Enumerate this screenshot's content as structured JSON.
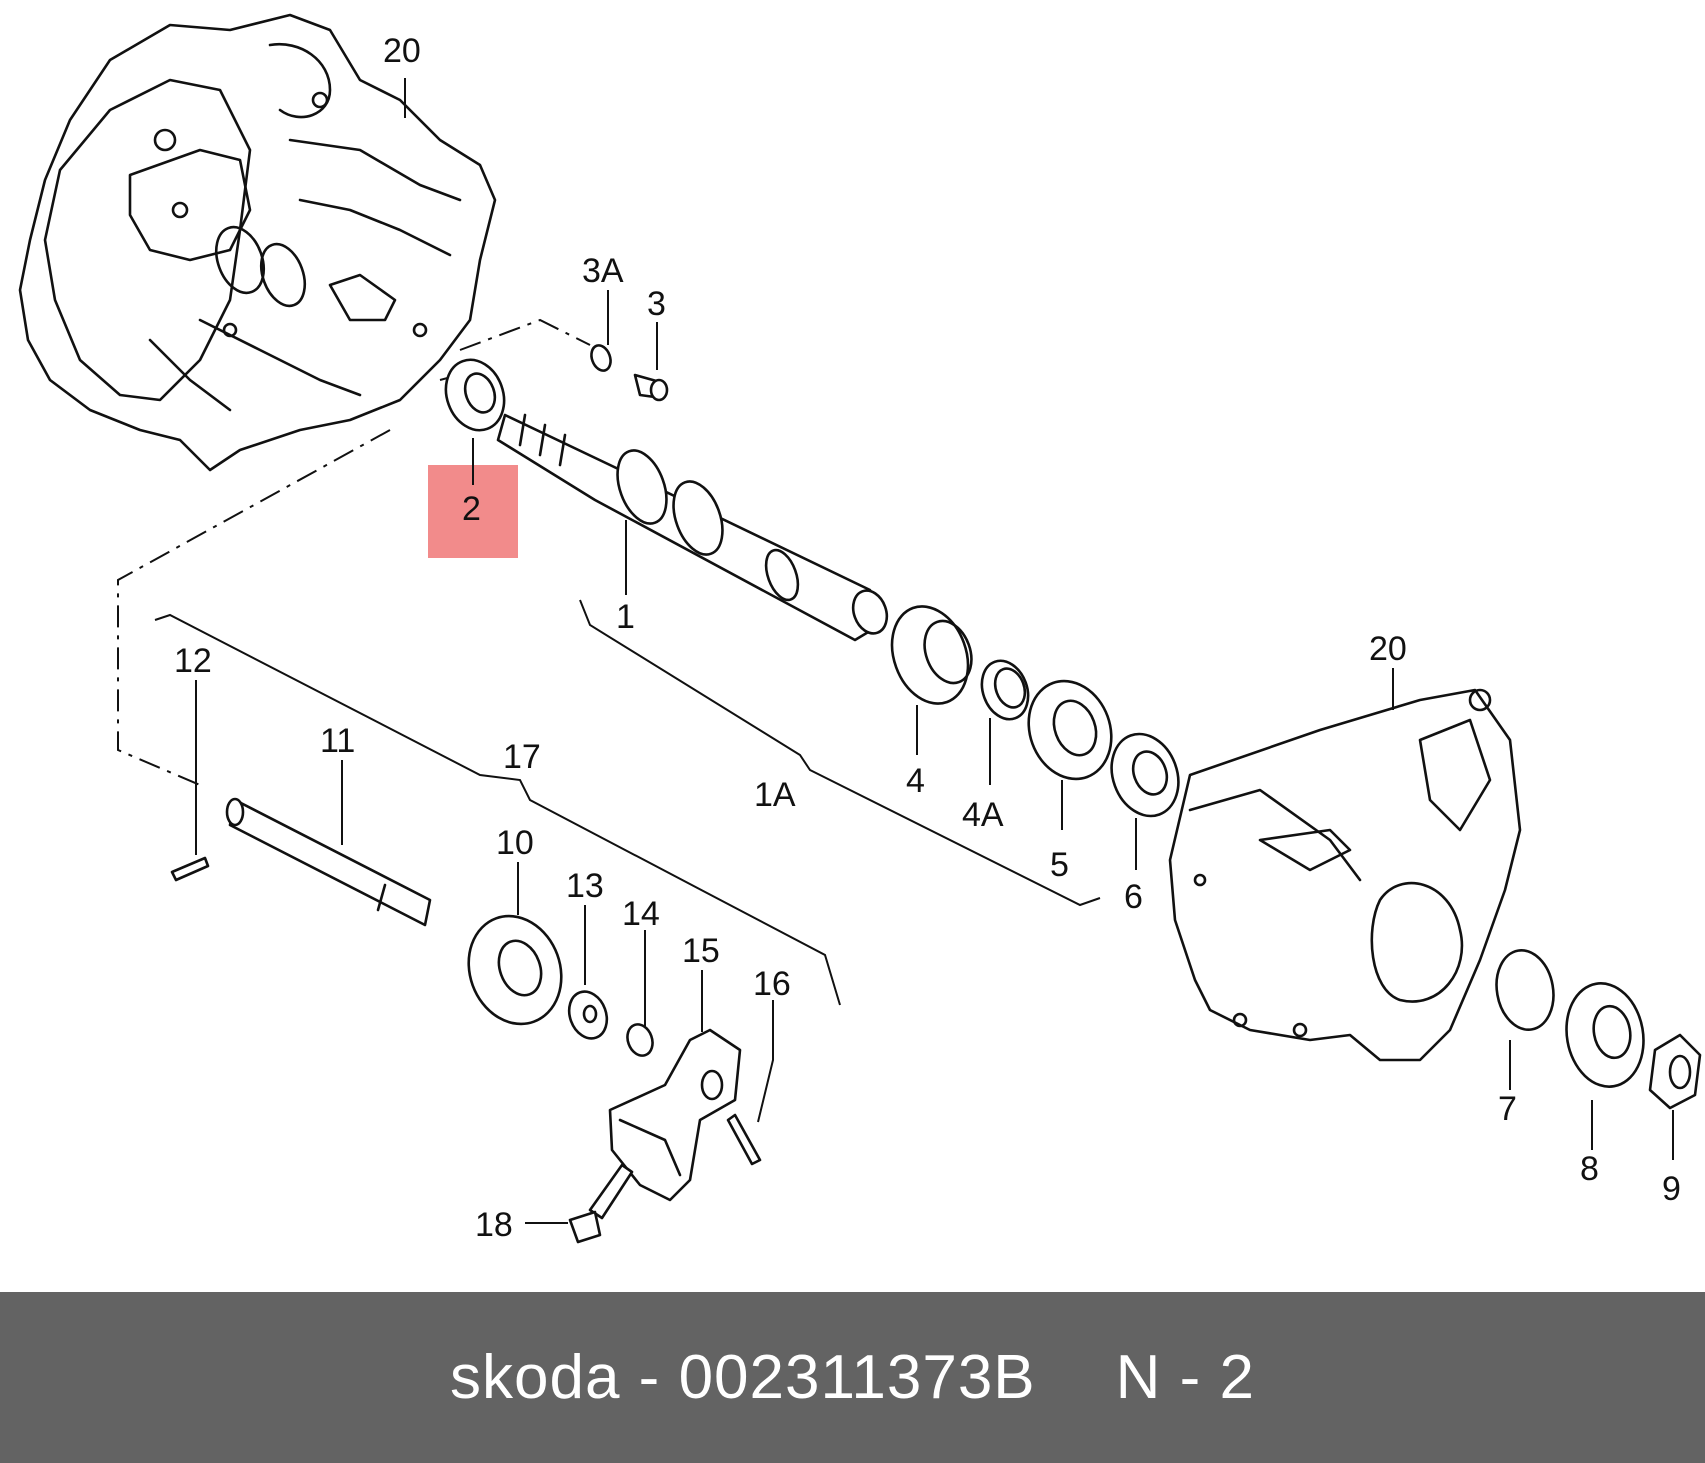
{
  "diagram": {
    "highlight_color": "#f28b8b",
    "highlighted_callout": "2",
    "callouts": {
      "c20a": "20",
      "c3a": "3A",
      "c3": "3",
      "c2": "2",
      "c1": "1",
      "c1a": "1A",
      "c4": "4",
      "c4a": "4A",
      "c5": "5",
      "c6": "6",
      "c20b": "20",
      "c12": "12",
      "c11": "11",
      "c17": "17",
      "c10": "10",
      "c13": "13",
      "c14": "14",
      "c15": "15",
      "c16": "16",
      "c18": "18",
      "c7": "7",
      "c8": "8",
      "c9": "9"
    }
  },
  "footer": {
    "brand": "skoda",
    "separator": "-",
    "part_number": "002311373B",
    "position_label": "N - 2",
    "background": "#636363"
  }
}
